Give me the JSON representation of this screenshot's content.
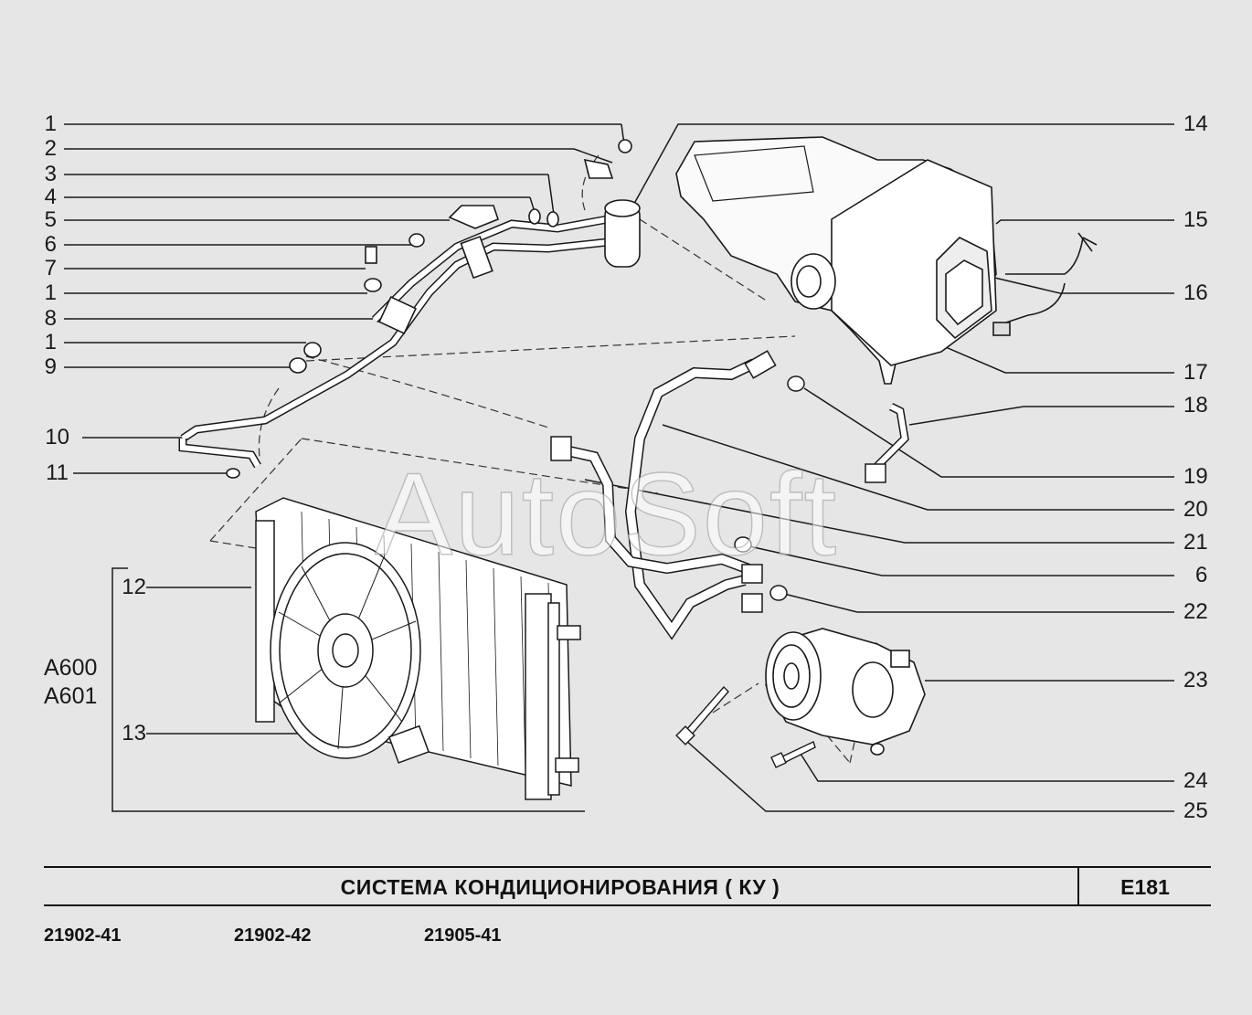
{
  "watermark": "AutoSoft",
  "callouts_left": [
    "1",
    "2",
    "3",
    "4",
    "5",
    "6",
    "7",
    "1",
    "8",
    "1",
    "9",
    "10",
    "11",
    "12",
    "13"
  ],
  "callouts_right": [
    "14",
    "15",
    "16",
    "17",
    "18",
    "19",
    "20",
    "21",
    "6",
    "22",
    "23",
    "24",
    "25"
  ],
  "variants": [
    "A600",
    "A601"
  ],
  "title": "СИСТЕМА  КОНДИЦИОНИРОВАНИЯ ( КУ )",
  "page_code": "E181",
  "models": [
    "21902-41",
    "21902-42",
    "21905-41"
  ]
}
